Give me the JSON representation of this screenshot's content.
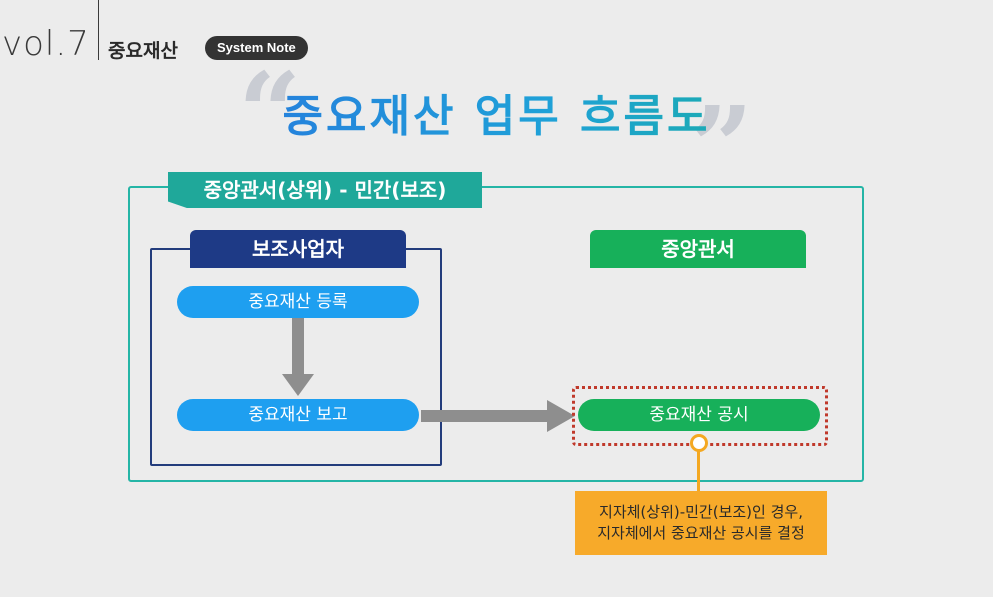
{
  "header": {
    "vol_label": "vol.7",
    "series_name": "중요재산",
    "badge": "System Note"
  },
  "title": "중요재산 업무 흐름도",
  "quotes": {
    "open": "“",
    "close": "”"
  },
  "colors": {
    "teal": "#1fa89a",
    "navy": "#1e3a86",
    "green": "#17b05a",
    "blue": "#1e9ff0",
    "orange": "#f7aa2a",
    "red_dotted": "#c0392b"
  },
  "diagram": {
    "outer_label": "중앙관서(상위) - 민간(보조)",
    "left_box_label": "보조사업자",
    "right_box_label": "중앙관서",
    "step_register": "중요재산 등록",
    "step_report": "중요재산 보고",
    "step_publish": "중요재산 공시",
    "note_line1": "지자체(상위)-민간(보조)인 경우,",
    "note_line2": "지자체에서 중요재산 공시를 결정"
  }
}
